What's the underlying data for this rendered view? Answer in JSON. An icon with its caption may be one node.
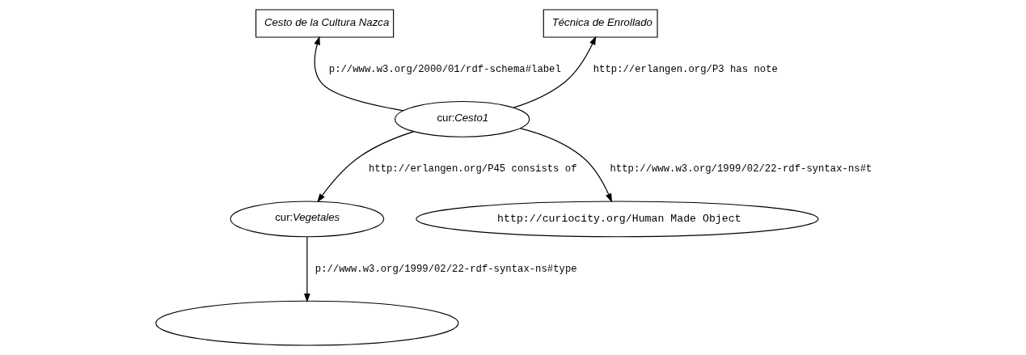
{
  "diagram": {
    "nodes": [
      {
        "text": [
          "Cesto de la Cultura Nazca"
        ]
      },
      {
        "text": [
          "Técnica de Enrollado"
        ]
      },
      {
        "text": [
          "cur:*Cesto1*"
        ]
      },
      {
        "text": [
          "cur:*Vegetales*"
        ]
      },
      {
        "text": [
          "http://curiocity.org/Human Made Object"
        ]
      },
      {
        "text": [],
        "shape": "ellipse"
      }
    ],
    "edges": [
      {
        "from": 2,
        "to": 0,
        "arrow": "to",
        "label": "p://www.w3.org/2000/01/rdf-schema#label"
      },
      {
        "from": 2,
        "to": 1,
        "arrow": "to",
        "label": "http://erlangen.org/P3 has note"
      },
      {
        "from": 2,
        "to": 3,
        "arrow": "to",
        "label": "http://erlangen.org/P45 consists of"
      },
      {
        "from": 2,
        "to": 4,
        "arrow": "to",
        "label": "http://www.w3.org/1999/02/22-rdf-syntax-ns#t"
      },
      {
        "from": 3,
        "to": 5,
        "arrow": "to",
        "label": "p://www.w3.org/1999/02/22-rdf-syntax-ns#type"
      }
    ]
  }
}
